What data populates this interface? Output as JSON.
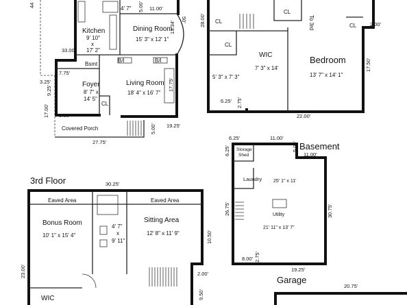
{
  "floor1": {
    "dims": {
      "top_left": "44",
      "top_mid": "11.00'",
      "right_diag": "50'",
      "left_mid": "33.00'",
      "bsmt_left": "7.75'",
      "side_325": "3.25'",
      "side_925": "9.25'",
      "side_1700": "17.00'",
      "bottom_900": "9.00'",
      "right_1334": "13.34'",
      "right_1775": "17.75'",
      "porch_right": "19.25'",
      "porch_bottom": "27.75'",
      "door_500a": "5.00'",
      "door_500b": "5.00'"
    },
    "rooms": {
      "kitchen_name": "Kitchen",
      "kitchen_size1": "9' 10\"",
      "kitchen_x": "x",
      "kitchen_size2": "17' 2\"",
      "half_size": "4' 7\"",
      "dining_name": "Dining Room",
      "dining_size": "15' 3\" x 12' 1\"",
      "bsmt_name": "Bsmt",
      "bi1": "B/I",
      "bi2": "B/I",
      "foyer_name": "Foyer",
      "foyer_size1": "8' 7\" x",
      "foyer_size2": "14' 5\"",
      "cl": "CL",
      "living_name": "Living Room",
      "living_size": "18' 4\" x 16' 7\"",
      "porch_name": "Covered Porch"
    }
  },
  "floor2": {
    "dims": {
      "left_2800": "28.00'",
      "right_200": "2.00'",
      "right_1750": "17.50'",
      "bottom_625": "6.25'",
      "bottom_275": "2.75'",
      "bottom_2200": "22.00'"
    },
    "rooms": {
      "cl_a": "CL",
      "cl_b": "CL",
      "cl_c": "CL",
      "cl_d": "CL",
      "to3rd": "To 3rd",
      "wic_name": "WIC",
      "wic_size": "7' 3\" x 14'",
      "small_size": "5' 3\" x 7' 3\"",
      "bed_name": "Bedroom",
      "bed_size": "13' 7\" x 14' 1\""
    }
  },
  "basement": {
    "title": "Basement",
    "dims": {
      "d625": "6.25'",
      "d1100a": "11.00'",
      "d500": "5.00'",
      "d1100b": "11.00'",
      "d625v": "6.25'",
      "d2675": "26.75'",
      "d3075": "30.75'",
      "d800": "8.00'",
      "d275": "2.75'",
      "d1925": "19.25'"
    },
    "rooms": {
      "storage": "Storage",
      "shed": "Shed",
      "laundry": "Laundry",
      "big_size": "25' 1\" x 11'",
      "utility": "Utility",
      "utility_size": "21' 11\" x 13' 7\""
    }
  },
  "floor3": {
    "title": "3rd Floor",
    "dims": {
      "top": "30.25'",
      "right_1050": "10.50'",
      "left_2300": "23.00'",
      "right_200": "2.00'",
      "right_950": "9.50'"
    },
    "rooms": {
      "eaved1": "Eaved Area",
      "eaved2": "Eaved Area",
      "bonus_name": "Bonus Room",
      "bonus_size": "10' 1\" x 15' 4\"",
      "bath_size1": "4' 7\"",
      "bath_x": "x",
      "bath_size2": "9' 11\"",
      "sitting_name": "Sitting Area",
      "sitting_size": "12' 8\" x 11' 9\"",
      "wic": "WIC"
    }
  },
  "garage": {
    "title": "Garage",
    "dim": "20.75'"
  }
}
